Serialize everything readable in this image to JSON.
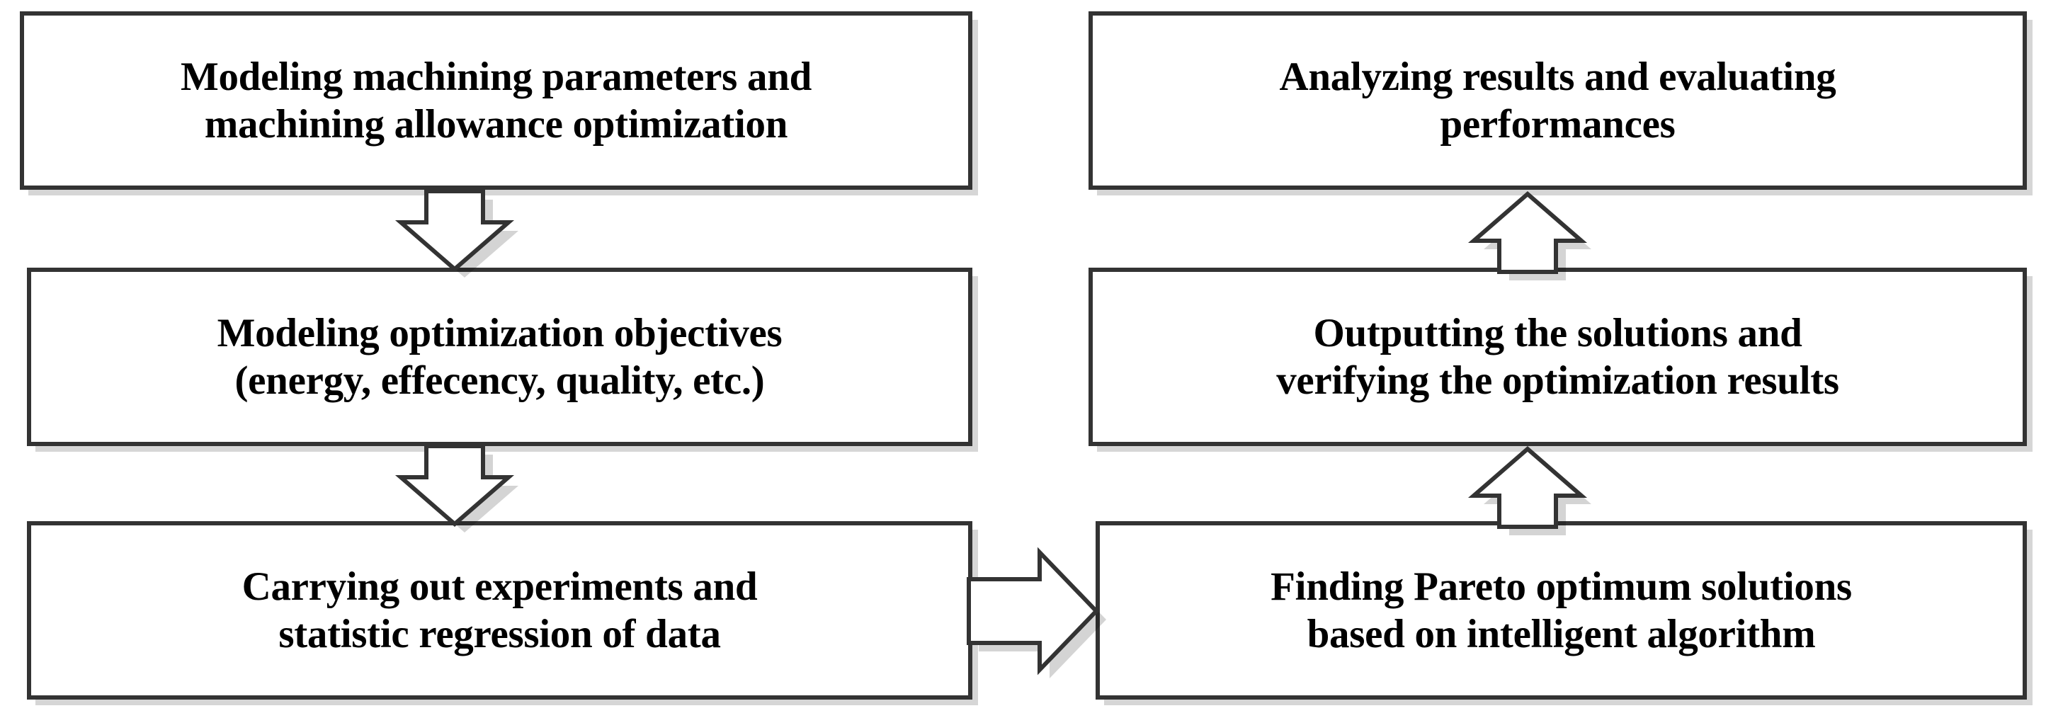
{
  "diagram": {
    "title": "Optimization workflow flowchart",
    "type": "flowchart",
    "colors": {
      "box_border": "#333333",
      "box_fill": "#ffffff",
      "arrow_fill": "#ffffff",
      "arrow_border": "#333333",
      "text": "#000000"
    },
    "nodes": [
      {
        "id": "modeling-params",
        "label": "Modeling machining parameters and\nmachining allowance optimization",
        "column": "left",
        "row": 1
      },
      {
        "id": "modeling-objectives",
        "label": "Modeling optimization objectives\n(energy, effecency, quality, etc.)",
        "column": "left",
        "row": 2
      },
      {
        "id": "experiments",
        "label": "Carrying out experiments and\nstatistic regression of data",
        "column": "left",
        "row": 3
      },
      {
        "id": "analyzing",
        "label": "Analyzing results and evaluating\nperformances",
        "column": "right",
        "row": 1
      },
      {
        "id": "outputting",
        "label": "Outputting the solutions and\nverifying the optimization results",
        "column": "right",
        "row": 2
      },
      {
        "id": "pareto",
        "label": "Finding Pareto optimum solutions\nbased on intelligent algorithm",
        "column": "right",
        "row": 3
      }
    ],
    "connectors": [
      {
        "id": "arrow-down-1",
        "from": "modeling-params",
        "to": "modeling-objectives",
        "direction": "down"
      },
      {
        "id": "arrow-down-2",
        "from": "modeling-objectives",
        "to": "experiments",
        "direction": "down"
      },
      {
        "id": "arrow-right-1",
        "from": "experiments",
        "to": "pareto",
        "direction": "right"
      },
      {
        "id": "arrow-up-1",
        "from": "outputting",
        "to": "analyzing",
        "direction": "up"
      },
      {
        "id": "arrow-up-2",
        "from": "pareto",
        "to": "outputting",
        "direction": "up"
      }
    ]
  }
}
